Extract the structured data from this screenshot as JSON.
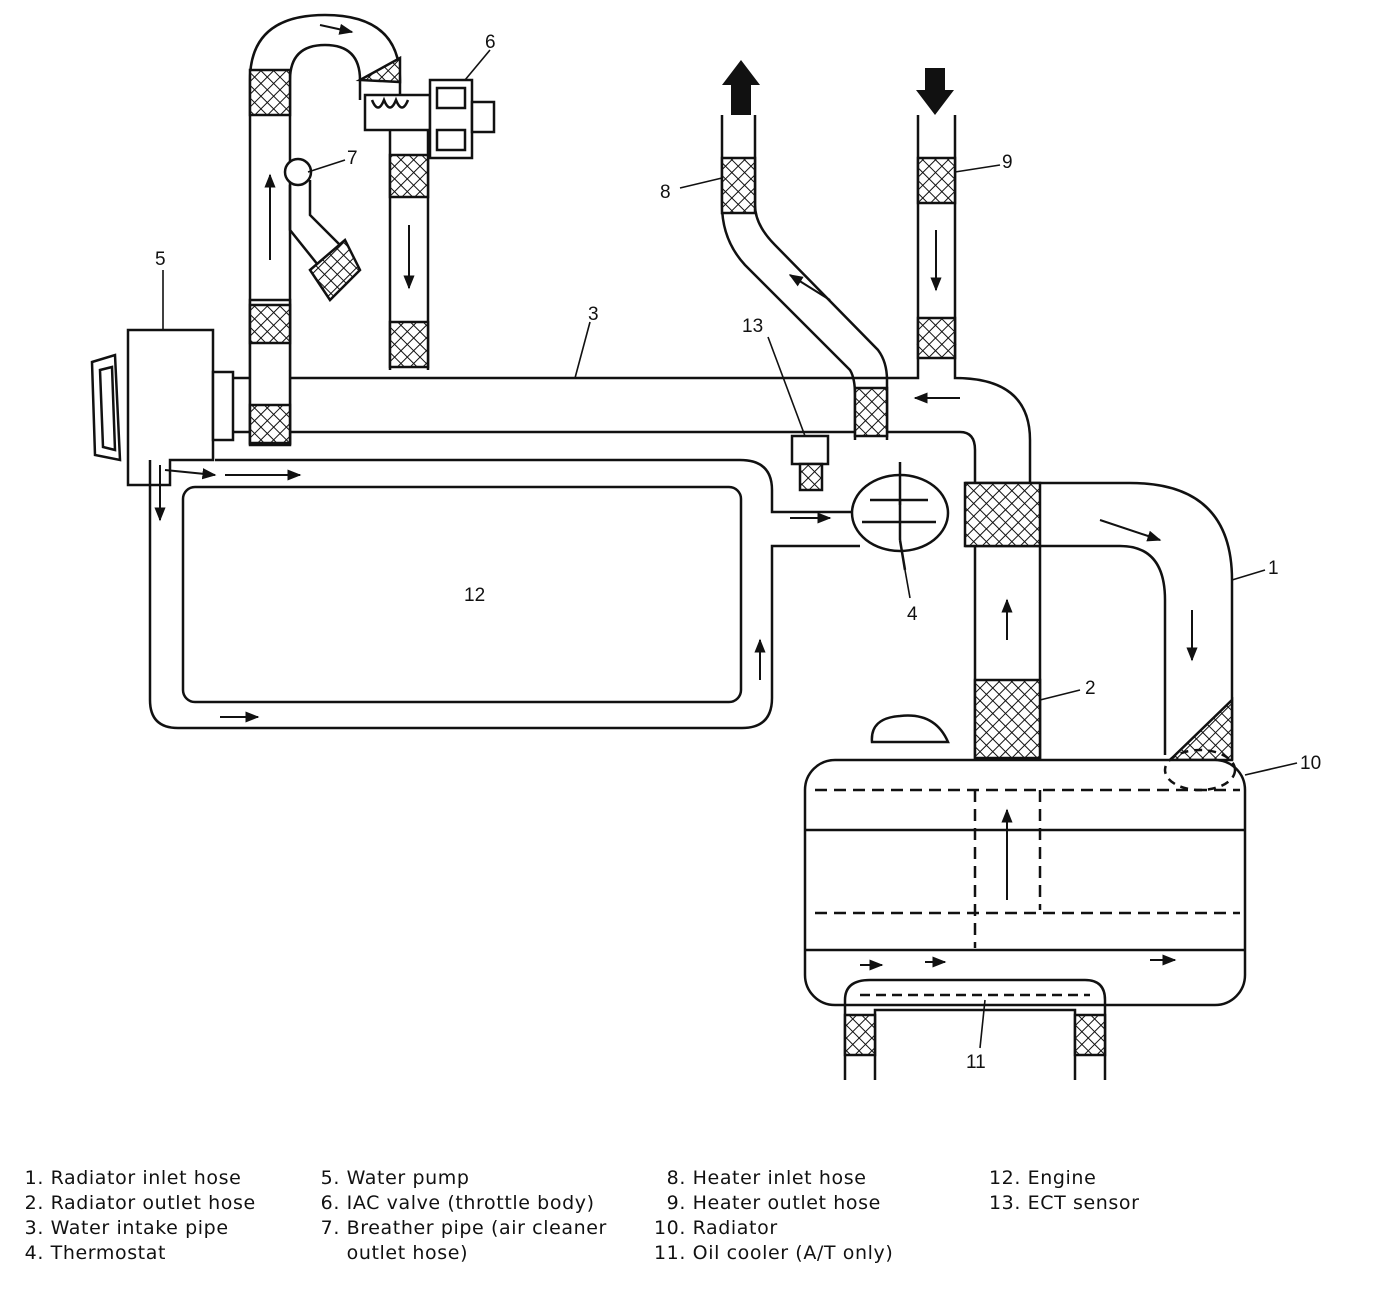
{
  "callouts": {
    "c1": "1",
    "c2": "2",
    "c3": "3",
    "c4": "4",
    "c5": "5",
    "c6": "6",
    "c7": "7",
    "c8": "8",
    "c9": "9",
    "c10": "10",
    "c11": "11",
    "c12": "12",
    "c13": "13"
  },
  "legend": {
    "col1": [
      {
        "num": "1.",
        "label": "Radiator inlet hose"
      },
      {
        "num": "2.",
        "label": "Radiator outlet hose"
      },
      {
        "num": "3.",
        "label": "Water intake pipe"
      },
      {
        "num": "4.",
        "label": "Thermostat"
      }
    ],
    "col2": [
      {
        "num": "5.",
        "label": "Water pump"
      },
      {
        "num": "6.",
        "label": "IAC valve (throttle body)"
      },
      {
        "num": "7.",
        "label": "Breather pipe (air cleaner"
      },
      {
        "num": "",
        "label": "outlet hose)"
      }
    ],
    "col3": [
      {
        "num": "8.",
        "label": "Heater inlet hose"
      },
      {
        "num": "9.",
        "label": "Heater outlet hose"
      },
      {
        "num": "10.",
        "label": "Radiator"
      },
      {
        "num": "11.",
        "label": "Oil cooler (A/T only)"
      }
    ],
    "col4": [
      {
        "num": "12.",
        "label": "Engine"
      },
      {
        "num": "13.",
        "label": "ECT sensor"
      }
    ]
  },
  "colors": {
    "ink": "#111111",
    "paper": "#ffffff"
  }
}
